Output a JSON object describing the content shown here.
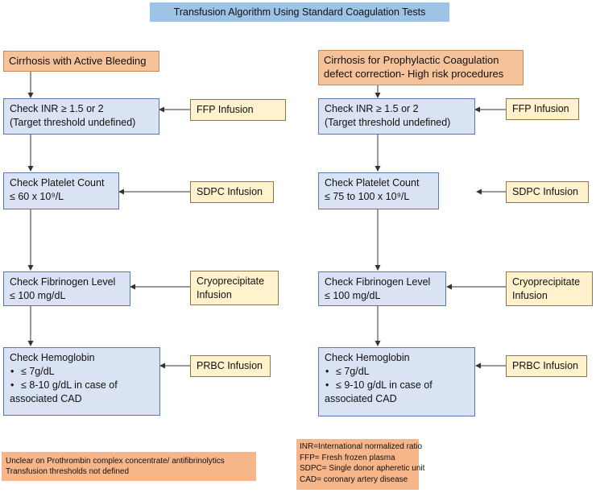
{
  "title": "Transfusion Algorithm Using Standard Coagulation Tests",
  "left": {
    "header": "Cirrhosis with Active Bleeding",
    "inr": [
      "Check INR ≥ 1.5 or 2",
      "(Target threshold undefined)"
    ],
    "platelet": [
      "Check Platelet Count",
      "≤ 60 x 10⁹/L"
    ],
    "fibrinogen": [
      "Check Fibrinogen Level",
      "≤ 100 mg/dL"
    ],
    "hemoglobin": {
      "heading": "Check Hemoglobin",
      "bullets": [
        "≤ 7g/dL",
        "≤ 8-10 g/dL in case of",
        "associated CAD"
      ]
    },
    "ffp": "FFP Infusion",
    "sdpc": "SDPC Infusion",
    "cryo": [
      "Cryoprecipitate",
      "Infusion"
    ],
    "prbc": "PRBC Infusion",
    "note": [
      "Unclear on Prothrombin complex concentrate/ antifibrinolytics",
      "Transfusion thresholds not defined"
    ]
  },
  "right": {
    "header": [
      "Cirrhosis for Prophylactic Coagulation",
      "defect correction- High risk procedures"
    ],
    "inr": [
      "Check INR ≥ 1.5 or 2",
      "(Target threshold undefined)"
    ],
    "platelet": [
      "Check Platelet Count",
      "≤ 75 to 100 x 10⁹/L"
    ],
    "fibrinogen": [
      "Check Fibrinogen Level",
      "≤ 100 mg/dL"
    ],
    "hemoglobin": {
      "heading": "Check Hemoglobin",
      "bullets": [
        "≤ 7g/dL",
        "≤ 9-10 g/dL in case of",
        "associated CAD"
      ]
    },
    "ffp": "FFP Infusion",
    "sdpc": "SDPC Infusion",
    "cryo": [
      "Cryoprecipitate",
      "Infusion"
    ],
    "prbc": "PRBC Infusion",
    "legend": [
      "INR=International normalized ratio",
      "FFP= Fresh frozen plasma",
      "SDPC= Single donor apheretic unit",
      "CAD= coronary artery disease"
    ]
  }
}
